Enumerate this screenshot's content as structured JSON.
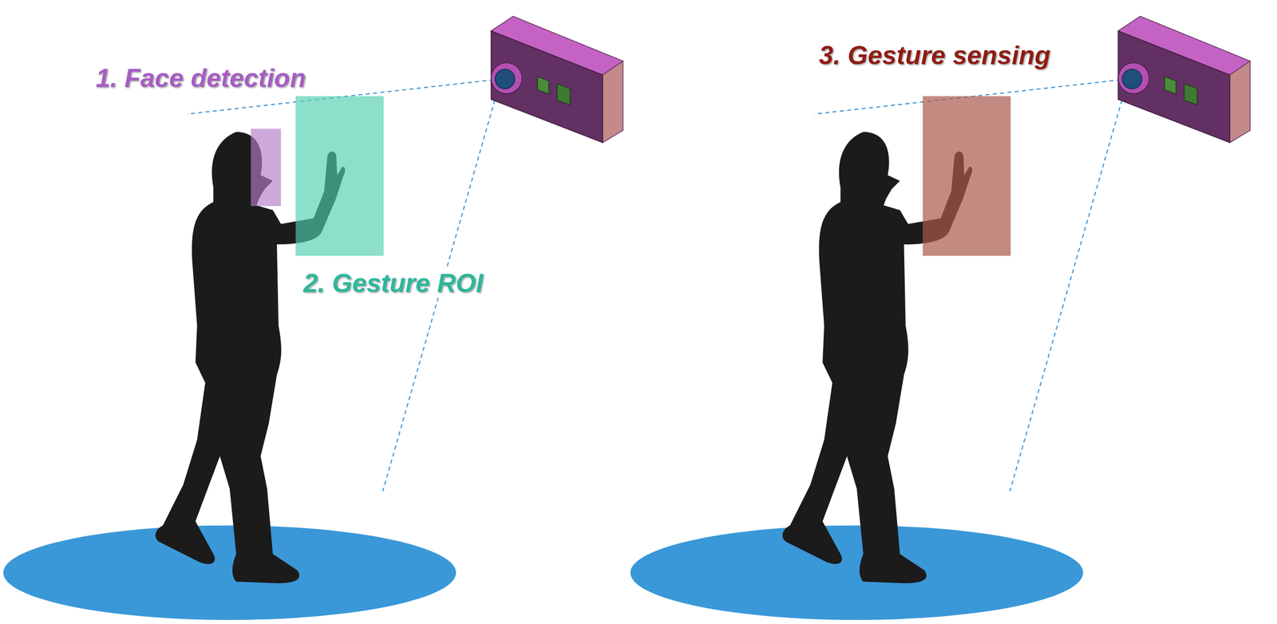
{
  "diagram": {
    "labels": [
      "1. Face detection",
      "2. Gesture ROI",
      "3. Gesture sensing"
    ]
  }
}
